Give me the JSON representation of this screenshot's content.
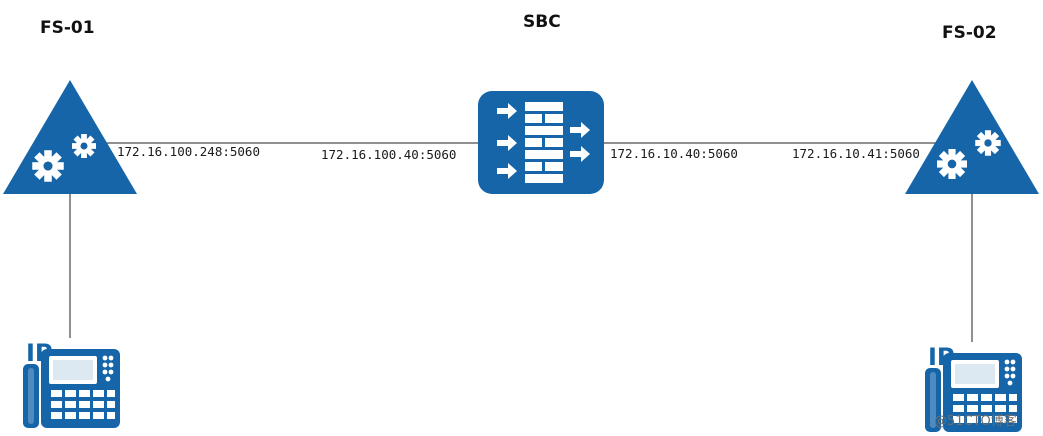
{
  "nodes": {
    "fs01": {
      "label": "FS-01"
    },
    "sbc": {
      "label": "SBC"
    },
    "fs02": {
      "label": "FS-02"
    }
  },
  "links": {
    "fs01_addr": "172.16.100.248:5060",
    "sbc_inner_addr": "172.16.100.40:5060",
    "sbc_outer_addr": "172.16.10.40:5060",
    "fs02_addr": "172.16.10.41:5060"
  },
  "phone_badge": "IP",
  "watermark": "@51CTO博客",
  "colors": {
    "icon_blue": "#1565a8",
    "line": "#222222"
  }
}
